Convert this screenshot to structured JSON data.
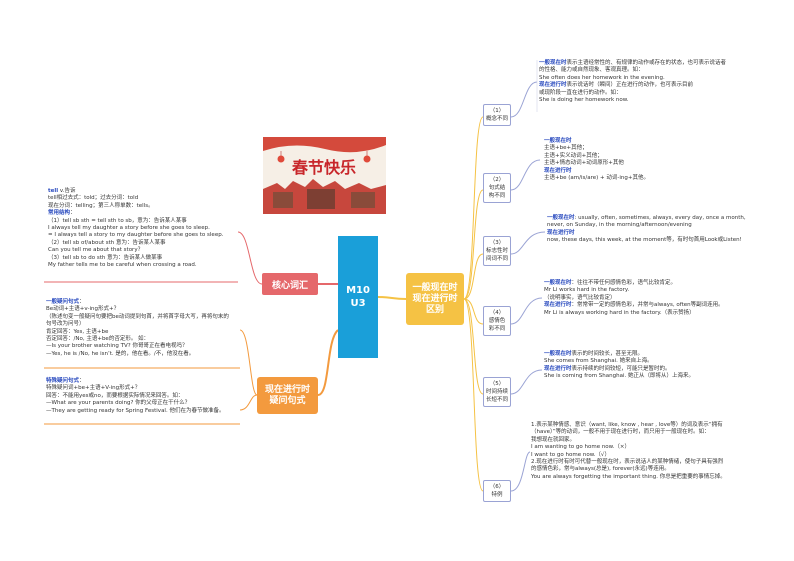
{
  "center": {
    "line1": "M10",
    "line2": "U3"
  },
  "right_main": {
    "line1": "一般现在时",
    "line2": "现在进行时",
    "line3": "区别"
  },
  "vocab_node": {
    "label": "核心词汇"
  },
  "question_node": {
    "line1": "现在进行时",
    "line2": "疑问句式"
  },
  "banner": {
    "title": "春节快乐"
  },
  "sections": [
    {
      "num": "（1）",
      "title": "概念不同"
    },
    {
      "num": "（2）",
      "title": "句式结构不同"
    },
    {
      "num": "（3）",
      "title": "标志性时间词不同"
    },
    {
      "num": "（4）",
      "title": "感情色彩不同"
    },
    {
      "num": "（5）",
      "title": "时间持续长短不同"
    },
    {
      "num": "（6）",
      "title": "特例"
    }
  ],
  "sec1": [
    {
      "hl": "一般现在时",
      "t": "表示主语经常性的、有规律的动作或存在的状态，也可表示说话者"
    },
    {
      "hl": "",
      "t": "的性格、能力或自然现象、客观真理。如："
    },
    {
      "hl": "",
      "t": "She often does her homework in the evening."
    },
    {
      "hl": "现在进行时",
      "t": "表示说话时（瞬间）正在进行的动作，也可表示目前"
    },
    {
      "hl": "",
      "t": "或现阶段一直在进行的动作。如："
    },
    {
      "hl": "",
      "t": "She is doing her homework now."
    }
  ],
  "sec2": [
    {
      "hl": "一般现在时",
      "t": ""
    },
    {
      "hl": "",
      "t": "主语+be+其他；"
    },
    {
      "hl": "",
      "t": "主语+实义动词+其他；"
    },
    {
      "hl": "",
      "t": "主语+情态动词+动词原形+其他"
    },
    {
      "hl": "现在进行时",
      "t": ""
    },
    {
      "hl": "",
      "t": "主语+be (am/is/are) + 动词-ing+其他。"
    }
  ],
  "sec3": [
    {
      "hl": "一般现在时",
      "t": ": usually, often, sometimes, always, every day, once a month,"
    },
    {
      "hl": "",
      "t": "never, on Sunday, in the morning/afternoon/evening"
    },
    {
      "hl": "现在进行时",
      "t": ""
    },
    {
      "hl": "",
      "t": "now, these days, this week, at the moment等，有时句首用Look或Listen!"
    }
  ],
  "sec4": [
    {
      "hl": "一般现在时",
      "t": "：往往不带任何感情色彩，语气比较肯定。"
    },
    {
      "hl": "",
      "t": "Mr Li works hard in the factory."
    },
    {
      "hl": "",
      "t": "（说明事实，语气比较肯定）"
    },
    {
      "hl": "现在进行时",
      "t": "：常常带一定的感情色彩，并常与always, often等副词连用。"
    },
    {
      "hl": "",
      "t": "Mr Li is always working hard in the factory.（表示赞扬）"
    }
  ],
  "sec5": [
    {
      "hl": "一般现在时",
      "t": "表示的时间较长，甚至无限。"
    },
    {
      "hl": "",
      "t": "She comes from Shanghai.   她来自上海。"
    },
    {
      "hl": "现在进行时",
      "t": "表示持续的时间较短，可能只是暂时的。"
    },
    {
      "hl": "",
      "t": "She is coming from Shanghai.   她正从（即将从）上海来。"
    }
  ],
  "sec6": [
    "1.表示某种情感、意识（want, like, know , hear , love等）的词及表示“拥有",
    "（have）”等的动词，一般不用于现在进行时，而只用于一般现在时。如：",
    "   我想现在就回家。",
    " I am wanting to go home now.（×）",
    " I want to go home now.（√）",
    "2.现在进行时有时可代替一般现在时，表示说话人的某种情绪，使句子具有强烈",
    "的感情色彩，常与always(总是), forever(永远)等连用。",
    "You are always forgetting the important thing.  你总是把重要的事情忘掉。"
  ],
  "vocab": [
    {
      "hl": "tell",
      "t": " v.告诉"
    },
    {
      "hl": "",
      "t": "tell相过去式：told；过去分词：told"
    },
    {
      "hl": "",
      "t": "现在分词：telling；第三人称单数：tells。"
    },
    {
      "hl": "常用结构",
      "t": "："
    },
    {
      "hl": "",
      "t": "（1）tell sb sth = tell sth to sb，意为：告诉某人某事"
    },
    {
      "hl": "",
      "t": "      I always tell my daughter a story before she goes to sleep."
    },
    {
      "hl": "",
      "t": "   = I always tell a story to my daughter before she goes to sleep."
    },
    {
      "hl": "",
      "t": "（2）tell sb of/about sth 意为：告诉某人某事"
    },
    {
      "hl": "",
      "t": "      Can you tell me about that story？"
    },
    {
      "hl": "",
      "t": "（3）tell sb to do sth 意为：告诉某人做某事"
    },
    {
      "hl": "",
      "t": "      My father tells me to be careful when crossing a road."
    }
  ],
  "qgeneral": [
    {
      "hl": "一般疑问句式",
      "t": "："
    },
    {
      "hl": "",
      "t": "Be动词+主语+v-ing形式+？"
    },
    {
      "hl": "",
      "t": "（陈述句变一般疑问句要把be动词提到句首，并将首字母大写，再将句末的"
    },
    {
      "hl": "",
      "t": "句号改为问号）"
    },
    {
      "hl": "",
      "t": "肯定回答：Yes, 主语+be"
    },
    {
      "hl": "",
      "t": "否定回答：/No, 主语+be的否定形。     如："
    },
    {
      "hl": "",
      "t": "—Is your brother watching TV?       你哥哥正在看电视吗？"
    },
    {
      "hl": "",
      "t": "—Yes, he is /No, he isn’t.             是的，他在看。/不，他没在看。"
    }
  ],
  "qspecial": [
    {
      "hl": "特殊疑问句式",
      "t": "："
    },
    {
      "hl": "",
      "t": "特殊疑问词+be+主语+V-ing形式+？"
    },
    {
      "hl": "",
      "t": "回答：不能用yes或no，而要根据实际情况来回答。如："
    },
    {
      "hl": "",
      "t": "—What are your parents doing?           你的父母正在干什么？"
    },
    {
      "hl": "",
      "t": "—They are getting ready for Spring Festival.   他们在为春节做准备。"
    }
  ],
  "colors": {
    "center": "#1a9fd9",
    "right_main": "#f5c244",
    "vocab": "#e5686b",
    "question": "#f39a3e",
    "highlight": "#2a4bbf"
  }
}
